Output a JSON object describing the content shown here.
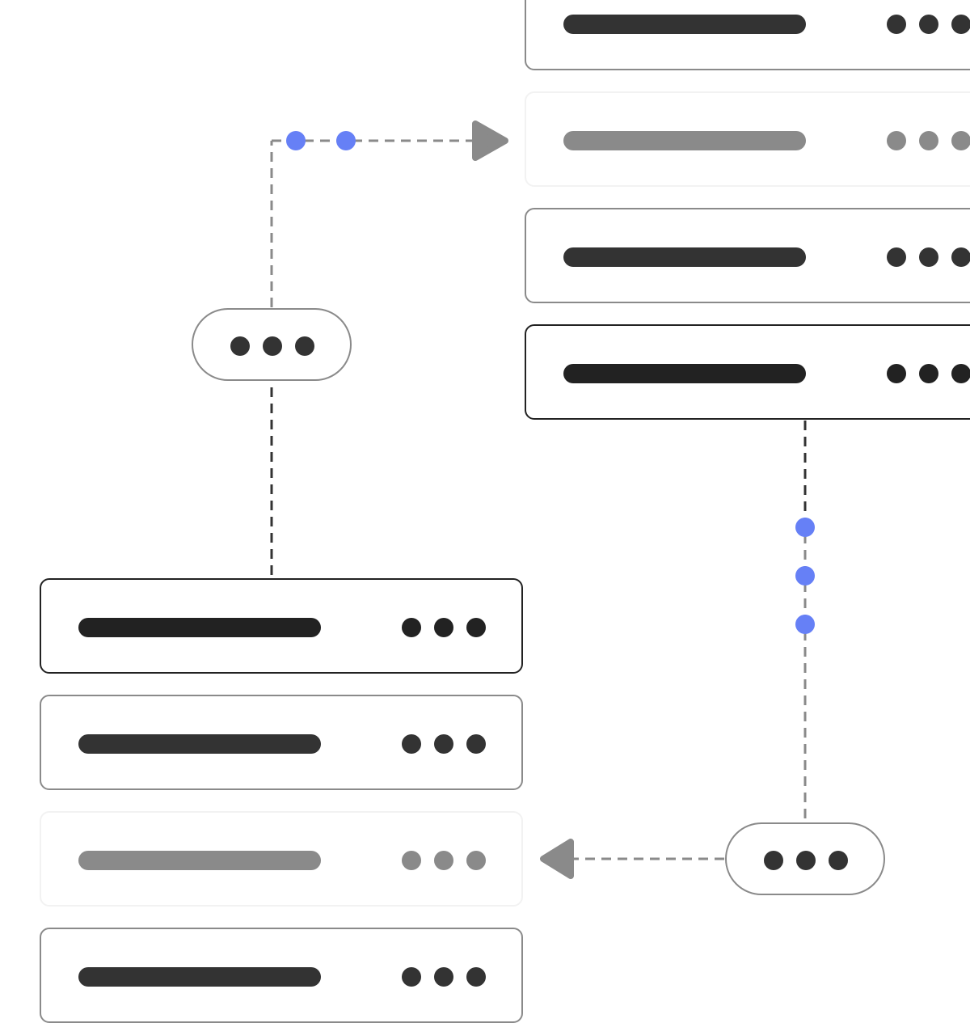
{
  "colors": {
    "dark": "#222222",
    "normal": "#333333",
    "faint": "#8a8a8a",
    "border": "#8a8a8a",
    "accent_dot": "#6680f6",
    "connector": "#8a8a8a",
    "connector_dark": "#333333"
  },
  "icons": {
    "row_menu": "more-horizontal-icon",
    "pill_menu": "more-horizontal-icon",
    "arrow_right": "triangle-right-icon",
    "arrow_left": "triangle-left-icon"
  },
  "right_column": {
    "rows": [
      {
        "state": "normal"
      },
      {
        "state": "faint"
      },
      {
        "state": "normal"
      },
      {
        "state": "selected"
      }
    ]
  },
  "left_column": {
    "rows": [
      {
        "state": "selected"
      },
      {
        "state": "normal"
      },
      {
        "state": "faint"
      },
      {
        "state": "normal"
      }
    ]
  },
  "pills": [
    {
      "name": "upper-connector-pill"
    },
    {
      "name": "lower-connector-pill"
    }
  ],
  "flows": [
    {
      "from": "left-row-1",
      "via": "upper-connector-pill",
      "to": "right-row-2",
      "direction": "right",
      "moving_dots": 2
    },
    {
      "from": "right-row-4",
      "via": "lower-connector-pill",
      "to": "left-row-3",
      "direction": "left",
      "moving_dots": 3
    }
  ]
}
